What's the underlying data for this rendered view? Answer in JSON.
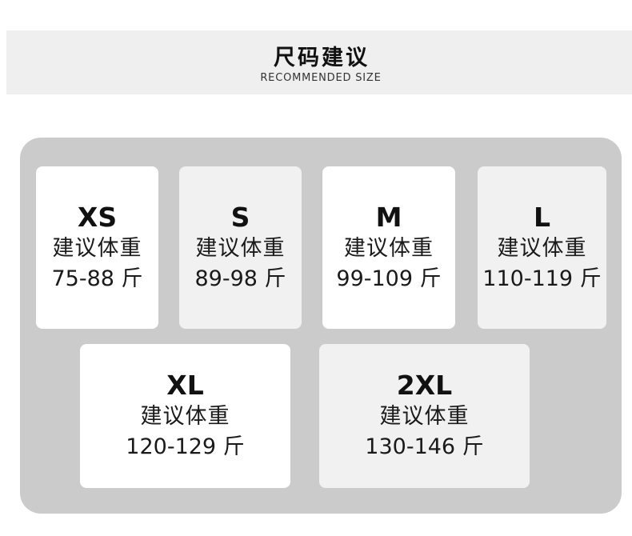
{
  "header": {
    "title": "尺码建议",
    "subtitle": "RECOMMENDED SIZE"
  },
  "sizes": [
    {
      "size": "XS",
      "label": "建议体重",
      "range": "75-88 斤",
      "tone": "white"
    },
    {
      "size": "S",
      "label": "建议体重",
      "range": "89-98 斤",
      "tone": "light"
    },
    {
      "size": "M",
      "label": "建议体重",
      "range": "99-109 斤",
      "tone": "white"
    },
    {
      "size": "L",
      "label": "建议体重",
      "range": "110-119 斤",
      "tone": "light"
    },
    {
      "size": "XL",
      "label": "建议体重",
      "range": "120-129 斤",
      "tone": "white"
    },
    {
      "size": "2XL",
      "label": "建议体重",
      "range": "130-146 斤",
      "tone": "light"
    }
  ],
  "colors": {
    "panel": "#cbcbcb",
    "card_white": "#ffffff",
    "card_light": "#f1f1f1",
    "header_band": "#efefef",
    "text": "#1a1a1a"
  }
}
